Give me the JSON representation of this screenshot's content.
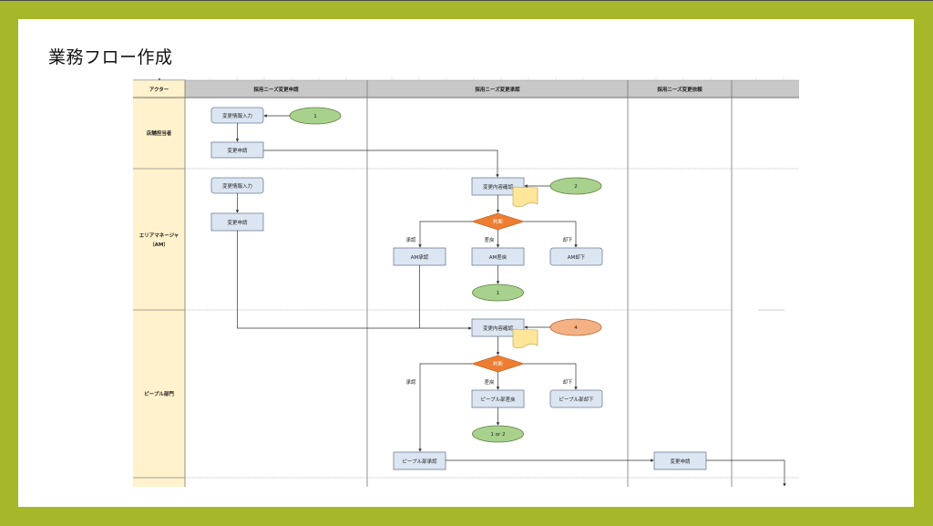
{
  "slide": {
    "title": "業務フロー作成"
  },
  "table": {
    "actor_header": "アクター",
    "columns": [
      "採用ニーズ変更申請",
      "採用ニーズ変更承認",
      "採用ニーズ変更依頼",
      ""
    ],
    "lanes": [
      {
        "actor": "店舗担当者"
      },
      {
        "actor_line1": "エリアマネージャ",
        "actor_line2": "（AM）"
      },
      {
        "actor": "ピープル部門"
      }
    ]
  },
  "flow": {
    "store": {
      "input": "変更情報入力",
      "apply": "変更申請",
      "connector": "1"
    },
    "am": {
      "input": "変更情報入力",
      "apply": "変更申請",
      "review": "変更内容確認",
      "connector_in": "2",
      "decision": "判断",
      "branch_approve": "承認",
      "branch_return": "差戻",
      "branch_reject": "却下",
      "approve_box": "AM承認",
      "return_box": "AM差戻",
      "reject_box": "AM却下",
      "connector_out": "1"
    },
    "people": {
      "review": "変更内容確認",
      "connector_in": "4",
      "decision": "判断",
      "branch_approve": "承認",
      "branch_return": "差戻",
      "branch_reject": "却下",
      "return_box": "ピープル部差戻",
      "reject_box": "ピープル部却下",
      "connector_out": "1 or 2",
      "approve_box": "ピープル部承認",
      "request_box": "変更申請"
    }
  },
  "colors": {
    "frame": "#a7b72a",
    "actor_bg": "#fff2cc",
    "header_bg": "#c8c8c8",
    "process_fill": "#dce6f2",
    "process_stroke": "#6d7f95",
    "decision_fill": "#ed7d31",
    "connector_green": "#a9d18e",
    "connector_orange": "#f4b183",
    "document_fill": "#ffe699"
  }
}
